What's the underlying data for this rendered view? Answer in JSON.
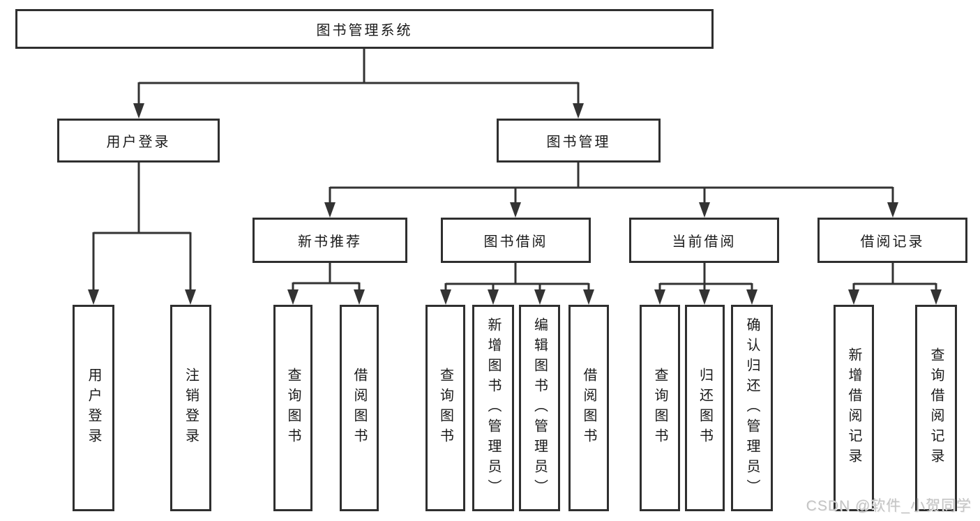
{
  "tree": {
    "root": {
      "label": "图书管理系统",
      "children": [
        {
          "label": "用户登录",
          "children": [
            {
              "label": "用户登录"
            },
            {
              "label": "注销登录"
            }
          ]
        },
        {
          "label": "图书管理",
          "children": [
            {
              "label": "新书推荐",
              "children": [
                {
                  "label": "查询图书"
                },
                {
                  "label": "借阅图书"
                }
              ]
            },
            {
              "label": "图书借阅",
              "children": [
                {
                  "label": "查询图书"
                },
                {
                  "label": "新增图书（管理员）"
                },
                {
                  "label": "编辑图书（管理员）"
                },
                {
                  "label": "借阅图书"
                }
              ]
            },
            {
              "label": "当前借阅",
              "children": [
                {
                  "label": "查询图书"
                },
                {
                  "label": "归还图书"
                },
                {
                  "label": "确认归还（管理员）"
                }
              ]
            },
            {
              "label": "借阅记录",
              "children": [
                {
                  "label": "新增借阅记录"
                },
                {
                  "label": "查询借阅记录"
                }
              ]
            }
          ]
        }
      ]
    }
  },
  "watermark": {
    "text": "CSDN @软件_小贺同学"
  },
  "colors": {
    "line": "#333333",
    "border": "#2f2f2f",
    "text": "#1a1a1a",
    "background": "#ffffff",
    "watermark": "#c4c4c4"
  }
}
